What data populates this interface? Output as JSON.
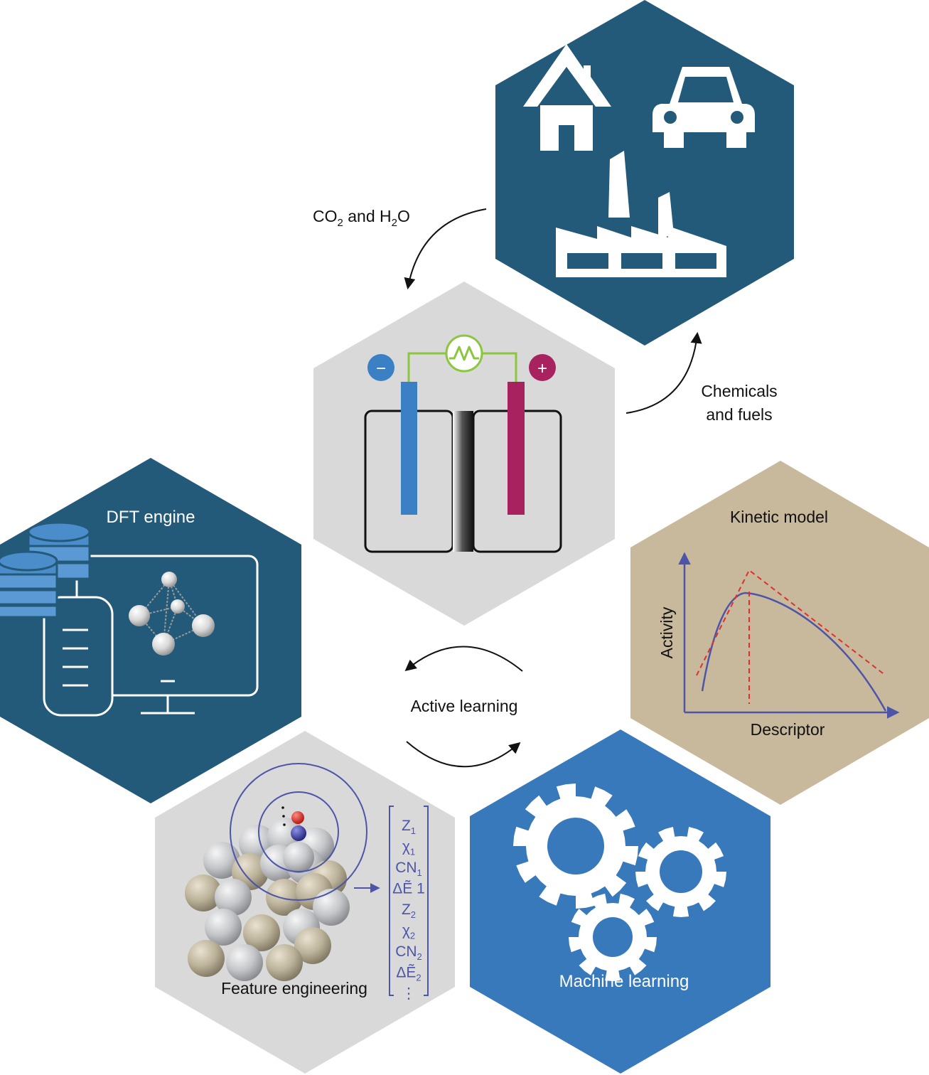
{
  "labels": {
    "co2_prefix": "CO",
    "co2_sub": "2",
    "co2_mid": " and H",
    "h2o_sub": "2",
    "h2o_suffix": "O",
    "chemicals_line1": "Chemicals",
    "chemicals_line2": "and fuels",
    "dft_engine": "DFT engine",
    "kinetic_model": "Kinetic model",
    "activity_axis": "Activity",
    "descriptor_axis": "Descriptor",
    "active_learning": "Active learning",
    "feature_engineering": "Feature engineering",
    "machine_learning": "Machine learning"
  },
  "electrodes": {
    "negative": "−",
    "positive": "+"
  },
  "feature_vector": [
    {
      "base": "Z",
      "sub": "1"
    },
    {
      "base": "χ",
      "sub": "1"
    },
    {
      "base": "CN",
      "sub": "1"
    },
    {
      "base": "ΔẼ 1",
      "sub": ""
    },
    {
      "base": "Z",
      "sub": "2"
    },
    {
      "base": "χ",
      "sub": "2"
    },
    {
      "base": "CN",
      "sub": "2"
    },
    {
      "base": "ΔẼ",
      "sub": "2"
    },
    {
      "base": "⋮",
      "sub": ""
    }
  ],
  "colors": {
    "dark_teal": "#235a79",
    "grey_hex": "#d9d9d9",
    "tan_hex": "#c8b89c",
    "blue_hex": "#3779bb",
    "electrode_blue": "#3b7fc4",
    "electrode_magenta": "#a8225f",
    "wire_green": "#8cc63f",
    "curve_blue": "#4d55a8",
    "dashed_red": "#e0302a"
  }
}
